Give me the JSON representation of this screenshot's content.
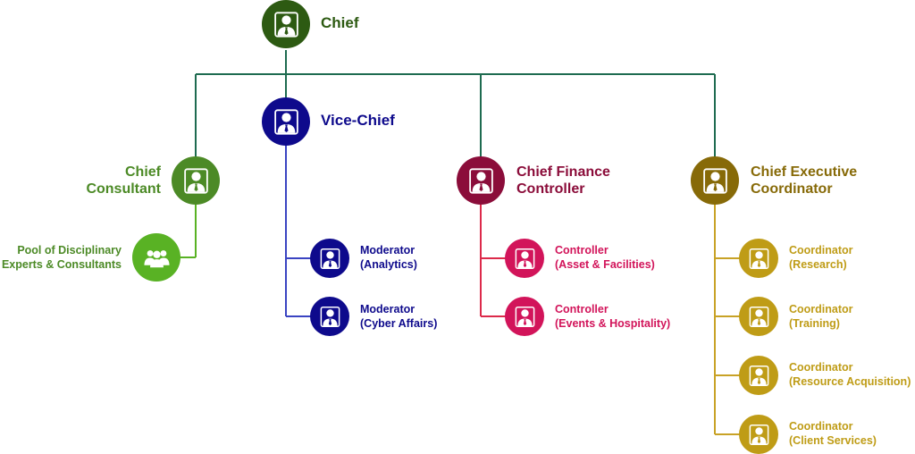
{
  "colors": {
    "chief": "#2d5a12",
    "vice": "#0e0a8c",
    "consultant": "#4c8a26",
    "pool": "#59b224",
    "finance_head": "#8b0d3a",
    "finance": "#d2145a",
    "exec_head": "#876a08",
    "exec": "#bf9c16",
    "green_line": "#1e6b50",
    "blue_line": "#3a44c2",
    "red_line": "#dc2a4a",
    "gold_line": "#c8a226"
  },
  "chief": {
    "line1": "Chief",
    "icon": "person-icon"
  },
  "vice_chief": {
    "line1": "Vice-Chief",
    "icon": "person-icon"
  },
  "chief_consultant": {
    "line1": "Chief",
    "line2": "Consultant",
    "icon": "person-icon"
  },
  "pool": {
    "line1": "Pool of Disciplinary",
    "line2": "Experts & Consultants",
    "icon": "group-icon"
  },
  "finance": {
    "line1": "Chief Finance",
    "line2": "Controller",
    "icon": "person-icon"
  },
  "executive": {
    "line1": "Chief Executive",
    "line2": "Coordinator",
    "icon": "person-icon"
  },
  "moderators": [
    {
      "line1": "Moderator",
      "line2": "(Analytics)"
    },
    {
      "line1": "Moderator",
      "line2": "(Cyber Affairs)"
    }
  ],
  "controllers": [
    {
      "line1": "Controller",
      "line2": "(Asset & Facilities)"
    },
    {
      "line1": "Controller",
      "line2": "(Events & Hospitality)"
    }
  ],
  "coordinators": [
    {
      "line1": "Coordinator",
      "line2": "(Research)"
    },
    {
      "line1": "Coordinator",
      "line2": "(Training)"
    },
    {
      "line1": "Coordinator",
      "line2": "(Resource Acquisition)"
    },
    {
      "line1": "Coordinator",
      "line2": "(Client Services)"
    }
  ]
}
